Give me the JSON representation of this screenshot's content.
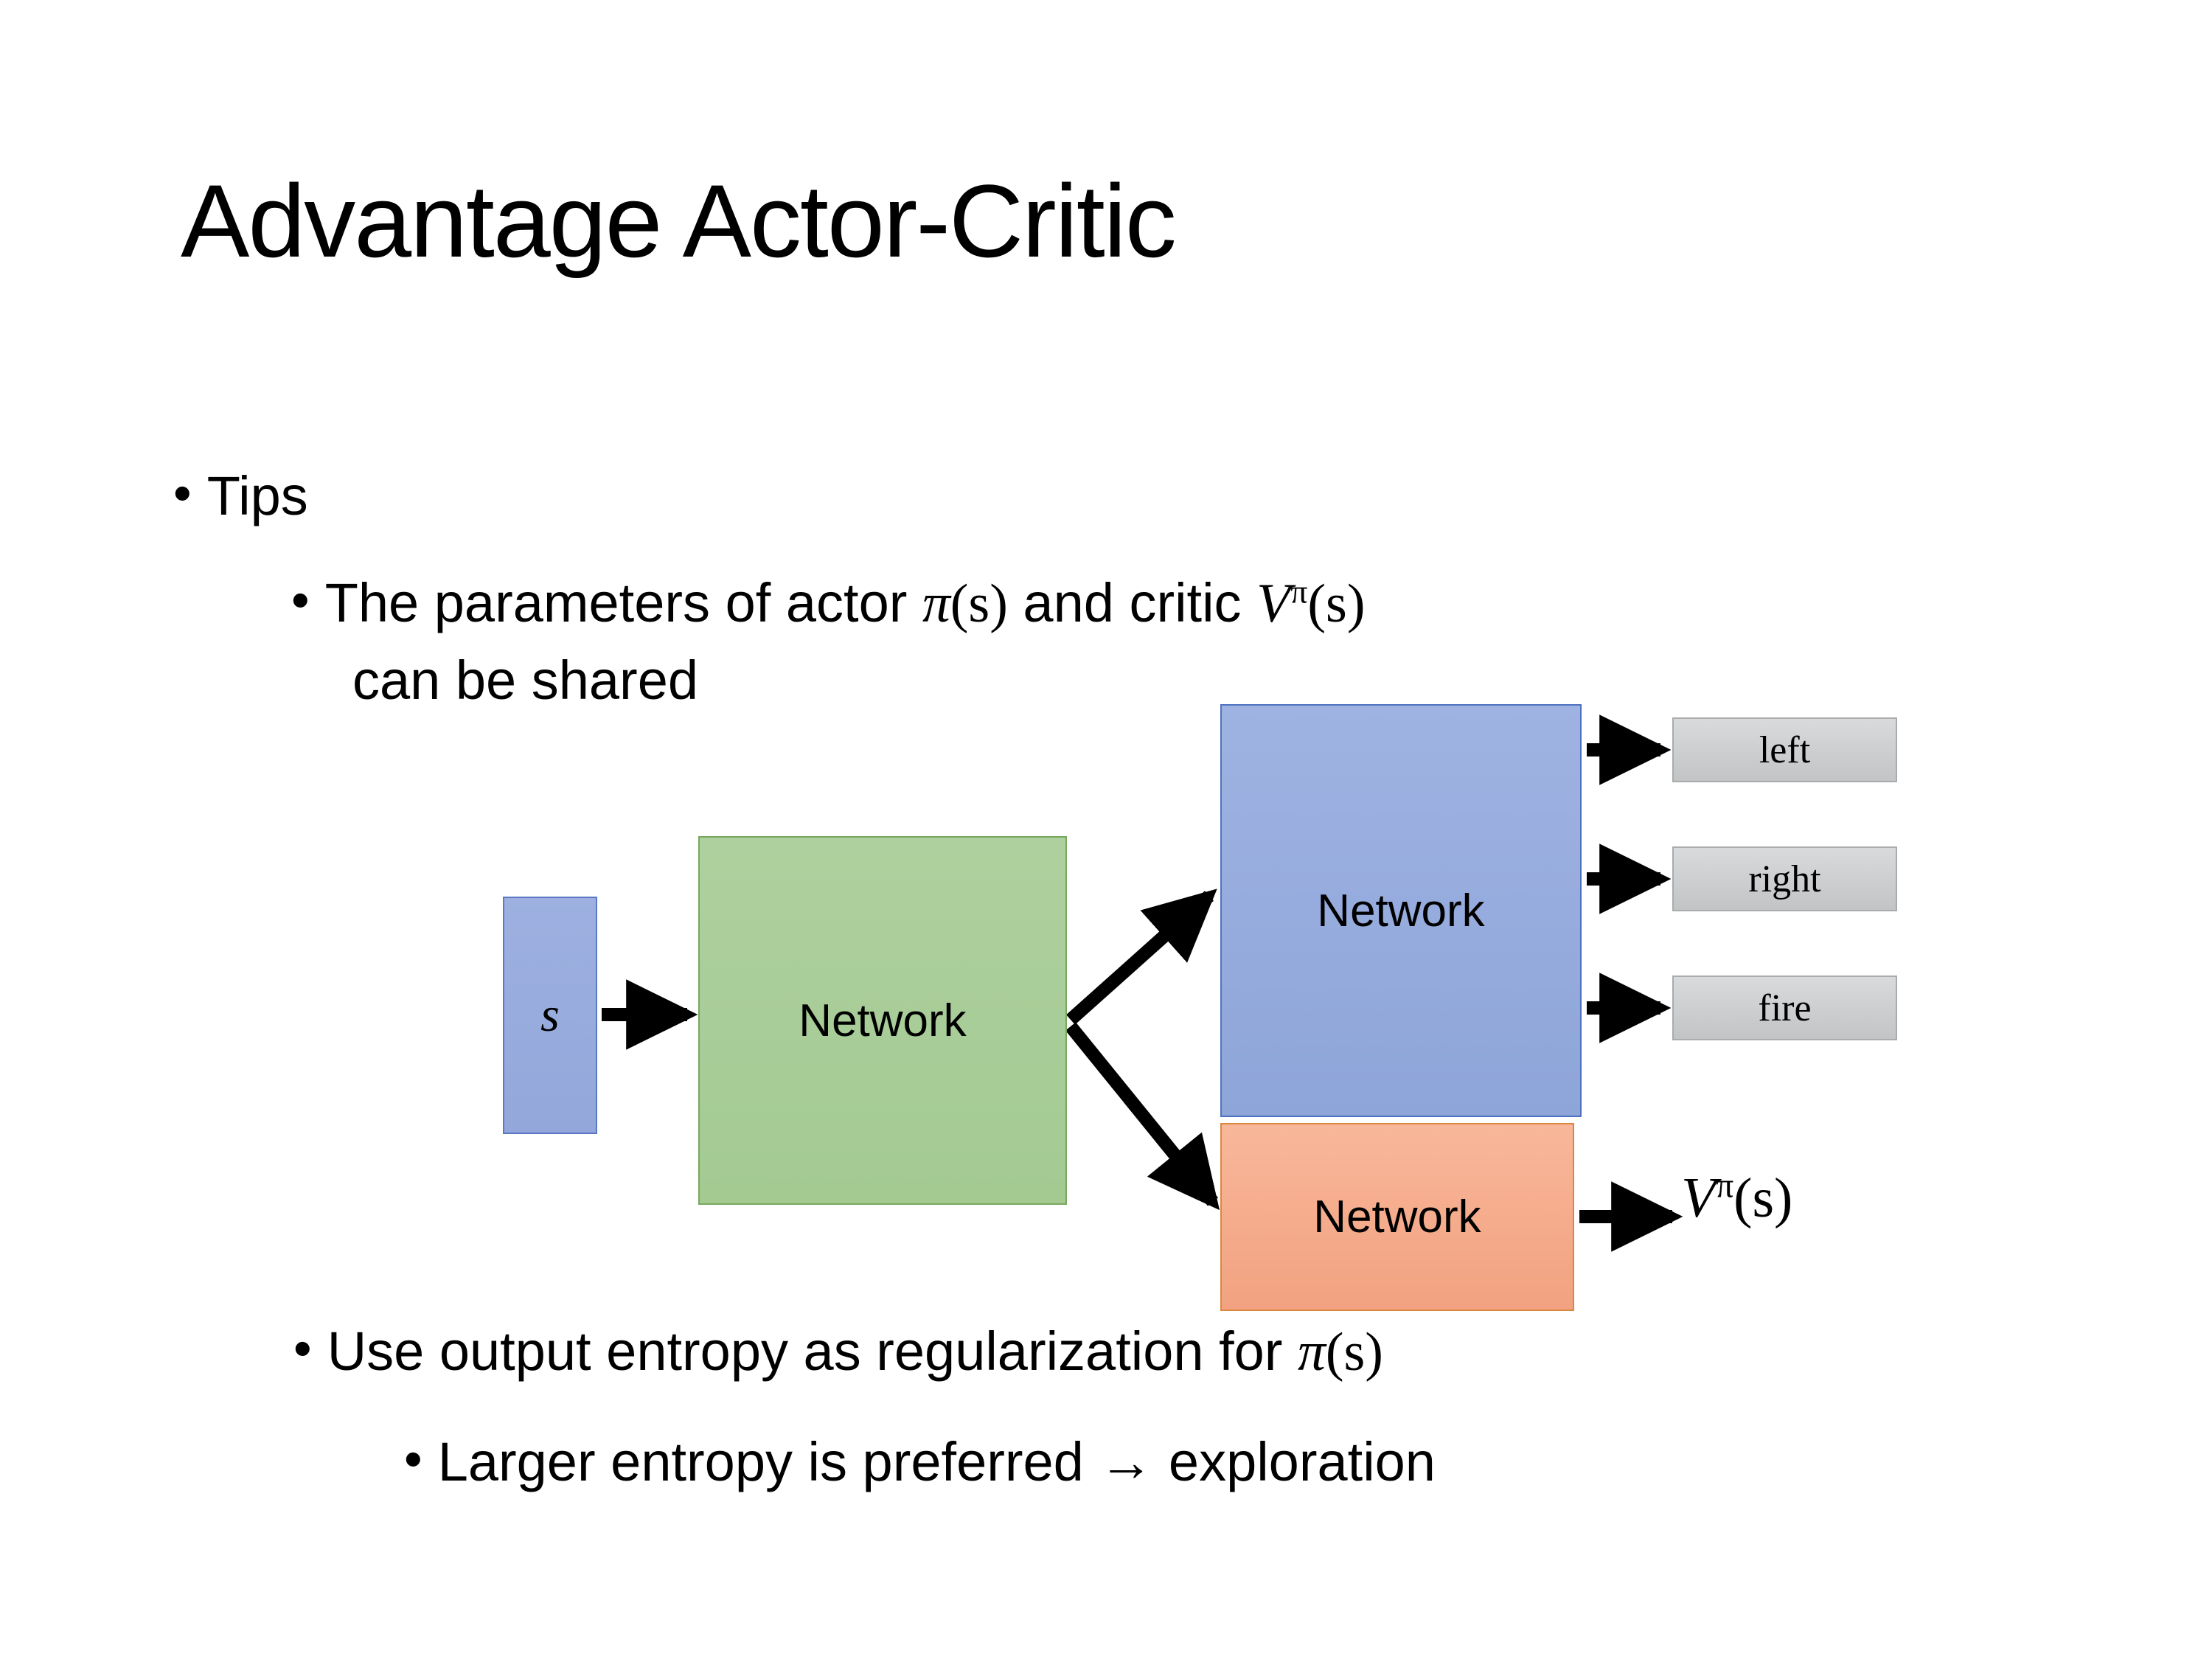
{
  "slide": {
    "title": "Advantage Actor-Critic",
    "bullet_char": "•"
  },
  "bullets": {
    "tips": "Tips",
    "params_line1_pre": "The parameters of actor ",
    "params_pi": "π",
    "params_pi_arg": "(s)",
    "params_mid": "  and critic ",
    "params_v": "V",
    "params_v_sup": "π",
    "params_v_arg": "(s)",
    "params_line2": "can be shared",
    "entropy_pre": "Use output entropy as regularization for ",
    "entropy_pi": "π",
    "entropy_pi_arg": "(s)",
    "larger_entropy": "Larger entropy is preferred → exploration"
  },
  "diagram": {
    "input_label": "s",
    "shared_network_label": "Network",
    "actor_network_label": "Network",
    "critic_network_label": "Network",
    "action_outputs": [
      {
        "name": "left",
        "label": "left"
      },
      {
        "name": "right",
        "label": "right"
      },
      {
        "name": "fire",
        "label": "fire"
      }
    ],
    "value_output": {
      "symbol": "V",
      "superscript": "π",
      "argument": "(s)"
    }
  },
  "colors": {
    "background": "#ffffff",
    "text": "#000000",
    "input_box_fill": "#95A9DC",
    "input_box_border": "#5B78C4",
    "shared_network_fill": "#A8CE97",
    "shared_network_border": "#77A85F",
    "actor_network_fill": "#93A9DC",
    "actor_network_border": "#4F72C0",
    "critic_network_fill": "#F4A98A",
    "critic_network_border": "#D9893F",
    "output_box_fill": "#CCCECF",
    "output_box_border": "#A9ABAC",
    "arrow": "#000000"
  }
}
